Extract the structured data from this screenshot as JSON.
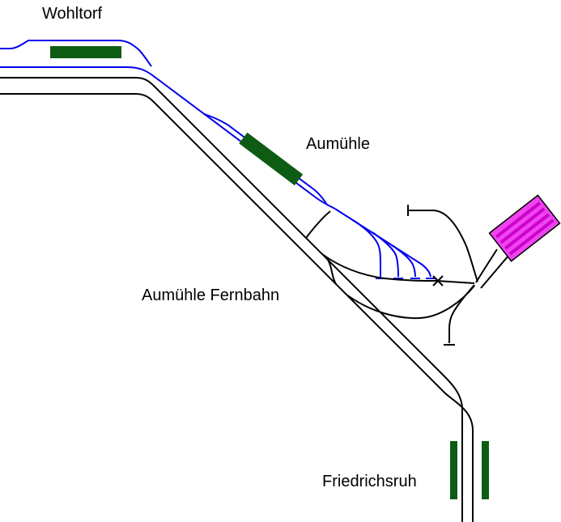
{
  "labels": {
    "wohltorf": "Wohltorf",
    "aumuehle": "Aumühle",
    "aumuehle_fernbahn": "Aumühle Fernbahn",
    "friedrichsruh": "Friedrichsruh"
  },
  "colors": {
    "background": "#ffffff",
    "sbahn_line": "#0000ee",
    "fernbahn_line": "#000000",
    "platform_green": "#0e5c14",
    "depot_fill": "#ee44ee",
    "depot_stripe": "#cc00cc",
    "text": "#000000"
  }
}
